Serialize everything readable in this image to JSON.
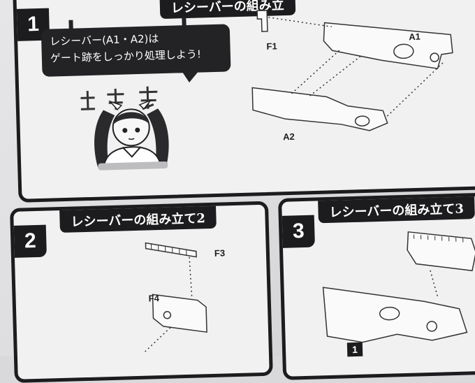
{
  "step1": {
    "number": "1",
    "title": "レシーバーの組み立",
    "bubble_line1": "レシーバー(A1・A2)は",
    "bubble_line2": "ゲート跡をしっかり処理しよう!",
    "label_f1": "F1",
    "label_a1": "A1",
    "label_a2": "A2"
  },
  "step2": {
    "number": "2",
    "title": "レシーバーの組み立て2",
    "label_f3": "F3",
    "label_f4": "F4"
  },
  "step3": {
    "number": "3",
    "title": "レシーバーの組み立て3",
    "sub_number": "1"
  }
}
